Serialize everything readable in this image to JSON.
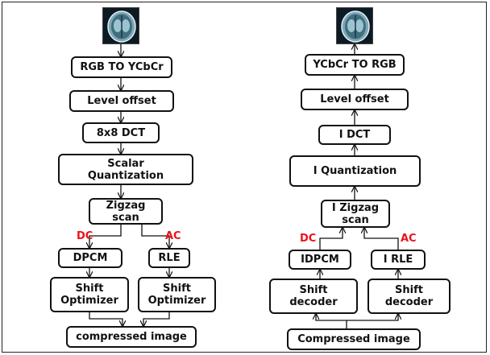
{
  "colors": {
    "box_border": "#111111",
    "branch_label": "#e8141c",
    "scan_bg": "#0c1a24"
  },
  "icons": {
    "scan_image": "brain-ct-scan-icon"
  },
  "encoder": {
    "rgb_to_ycbcr": "RGB TO YCbCr",
    "level_offset": "Level offset",
    "dct": "8x8 DCT",
    "quantization": "Scalar\nQuantization",
    "zigzag": "Zigzag\nscan",
    "dc_label": "DC",
    "ac_label": "AC",
    "dpcm": "DPCM",
    "rle": "RLE",
    "shift_optimizer_left": "Shift\nOptimizer",
    "shift_optimizer_right": "Shift\nOptimizer",
    "output": "compressed image"
  },
  "decoder": {
    "ycbcr_to_rgb": "YCbCr TO RGB",
    "level_offset": "Level offset",
    "idct": "I DCT",
    "iquantization": "I Quantization",
    "izigzag": "I Zigzag\nscan",
    "dc_label": "DC",
    "ac_label": "AC",
    "idpcm": "IDPCM",
    "irle": "I RLE",
    "shift_decoder_left": "Shift\ndecoder",
    "shift_decoder_right": "Shift\ndecoder",
    "input": "Compressed image"
  }
}
